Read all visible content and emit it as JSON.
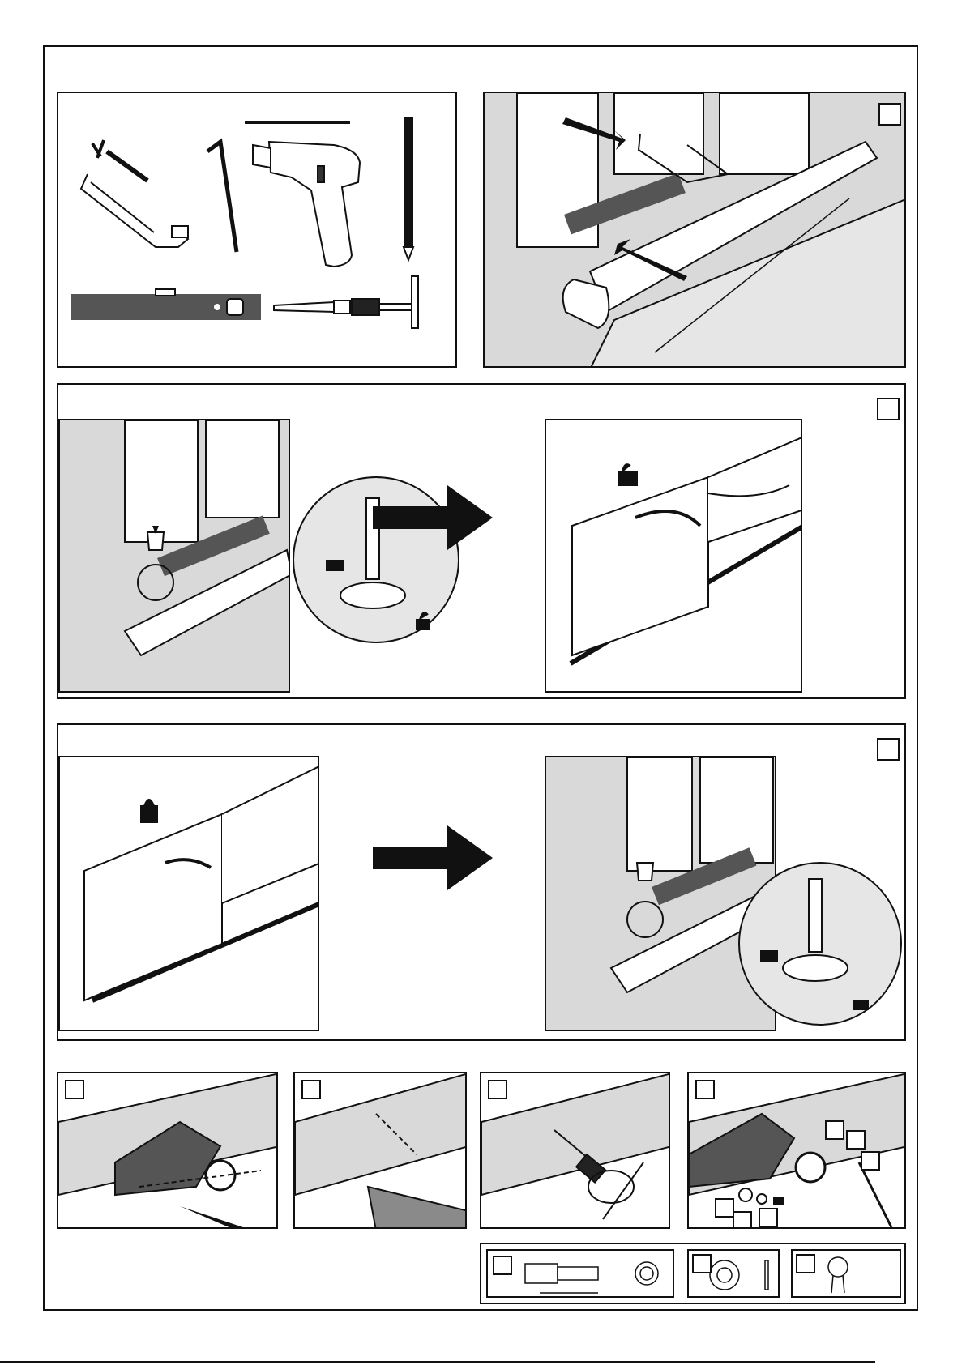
{
  "page": {
    "title": "",
    "colors": {
      "line": "#111111",
      "wall": "#d9d9d9",
      "dark": "#3a3a3a",
      "mid": "#8a8a8a"
    }
  },
  "panels": [
    {
      "id": "tools",
      "icons": [
        "clamp-icon",
        "hex-key-icon",
        "drill-bit-icon",
        "drill-icon",
        "pencil-icon",
        "spirit-level-icon",
        "tap-wrench-icon"
      ]
    },
    {
      "id": "step-position-operator",
      "icons": [
        "clamp-icon",
        "operator-icon",
        "spirit-level-icon",
        "arrow-icon"
      ]
    },
    {
      "id": "step-unlock",
      "icons": [
        "release-key-icon",
        "unlock-icon",
        "gate-icon",
        "hand-icon"
      ]
    },
    {
      "id": "step-lock",
      "icons": [
        "lock-icon",
        "gate-icon",
        "release-key-icon"
      ]
    },
    {
      "id": "mark-holes",
      "icons": [
        "bracket-icon",
        "pencil-icon"
      ]
    },
    {
      "id": "drill-holes",
      "icons": [
        "drill-icon"
      ]
    },
    {
      "id": "tap-threads",
      "icons": [
        "tap-wrench-icon"
      ]
    },
    {
      "id": "fasten-bracket",
      "icons": [
        "bracket-icon",
        "screw-icon",
        "washer-icon",
        "hex-key-icon"
      ]
    },
    {
      "id": "detail-screw",
      "icons": [
        "screw-icon"
      ]
    },
    {
      "id": "detail-washer",
      "icons": [
        "washer-icon"
      ]
    },
    {
      "id": "detail-nut",
      "icons": [
        "nut-icon"
      ]
    }
  ]
}
